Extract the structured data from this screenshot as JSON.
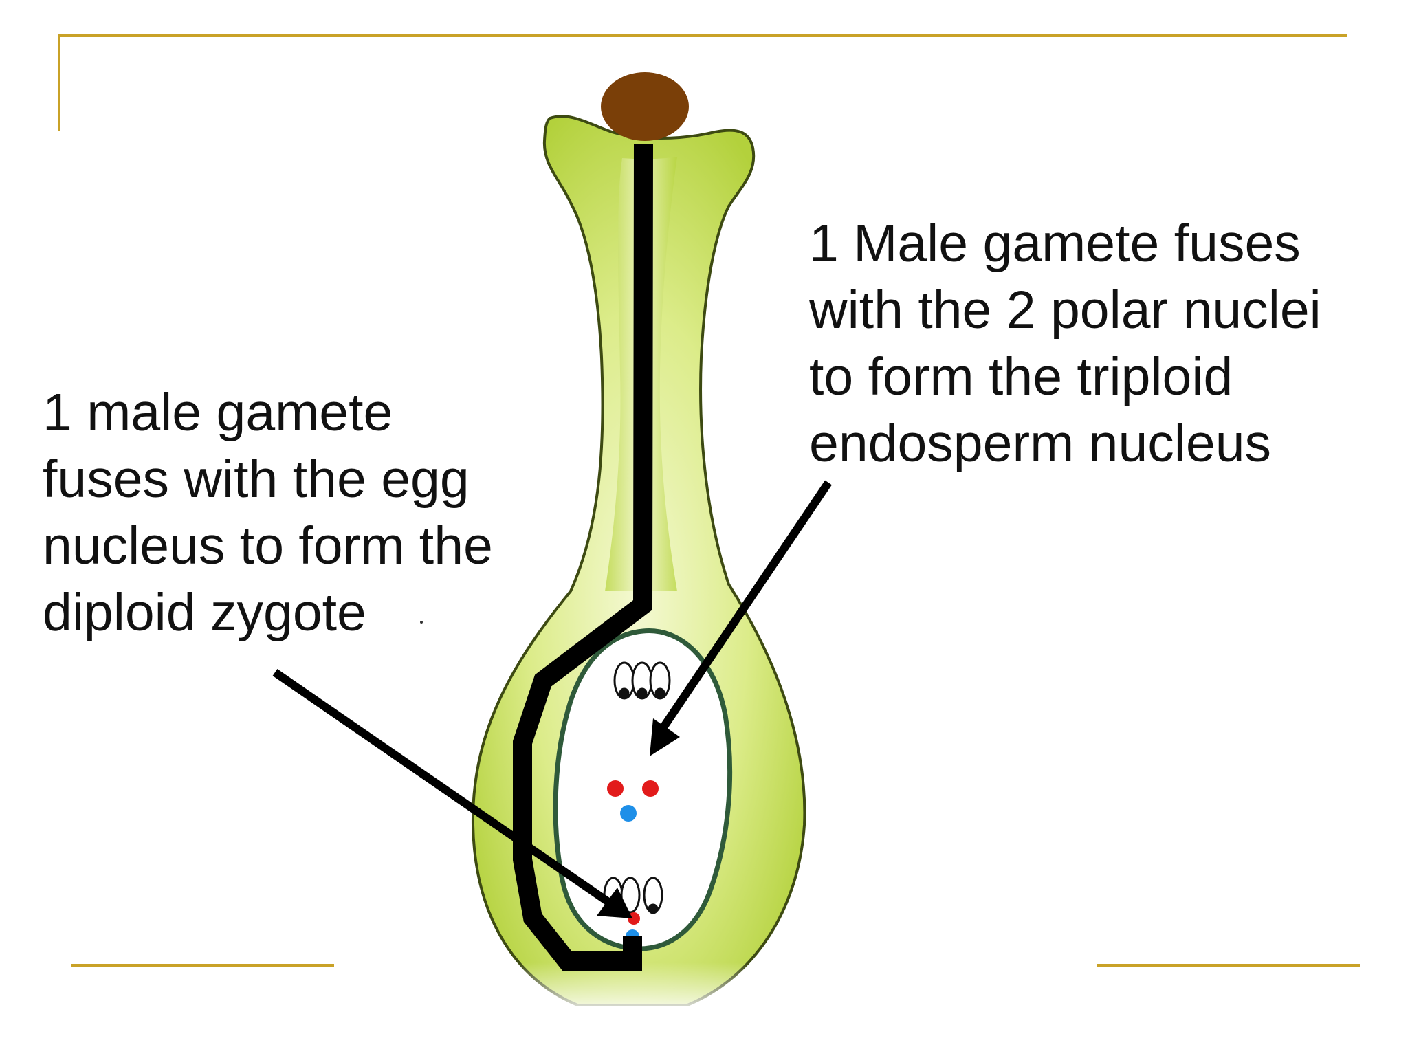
{
  "labels": {
    "right": [
      "1 Male gamete fuses",
      "with the 2 polar nuclei",
      "to form the triploid",
      "endosperm nucleus"
    ],
    "left": [
      "1 male gamete",
      "fuses with the egg",
      "nucleus to form the",
      "diploid zygote"
    ]
  },
  "colors": {
    "accent_lines": "#c9a227",
    "carpel_green": "#b9d64a",
    "carpel_light": "#f1f7c4",
    "pollen_grain": "#7a3f08",
    "pollen_tube": "#000000",
    "male_gamete": "#e21b1b",
    "female_nucleus": "#1e8fe8",
    "synergid_nucleus": "#111111"
  },
  "icons": {
    "pollen_grain": "brown-ellipse",
    "pollen_tube": "black-thick-line",
    "arrow": "black-arrow"
  }
}
